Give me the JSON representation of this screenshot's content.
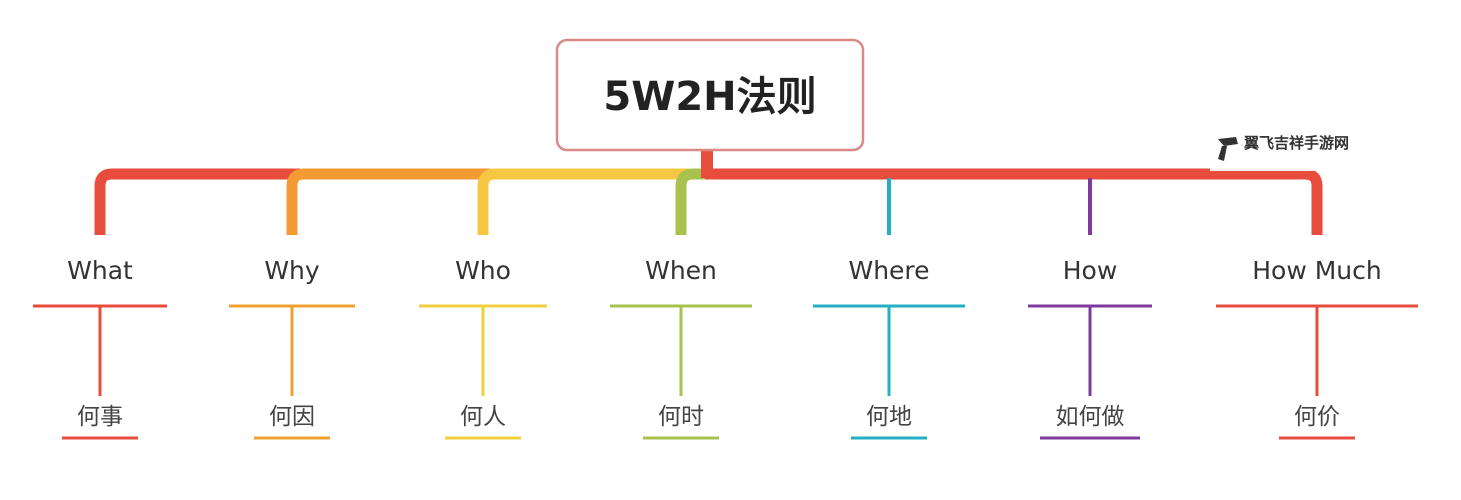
{
  "root": {
    "title": "5W2H法则",
    "border_color": "#d98a88"
  },
  "watermark": {
    "text": "翼飞吉祥手游网",
    "icon": "hammer-logo-icon"
  },
  "branches": [
    {
      "title": "What",
      "subtitle": "何事",
      "color": "#e74c3c"
    },
    {
      "title": "Why",
      "subtitle": "何因",
      "color": "#f0a030"
    },
    {
      "title": "Who",
      "subtitle": "何人",
      "color": "#f2cf3c"
    },
    {
      "title": "When",
      "subtitle": "何时",
      "color": "#a7c24d"
    },
    {
      "title": "Where",
      "subtitle": "何地",
      "color": "#24b0c4"
    },
    {
      "title": "How",
      "subtitle": "如何做",
      "color": "#7e3a9e"
    },
    {
      "title": "How Much",
      "subtitle": "何价",
      "color": "#e74c3c"
    }
  ],
  "connector_colors": {
    "what_why": "#e74c3c",
    "why_who": "#f39a33",
    "who_when": "#f6c842",
    "when_trunk": "#a7c24d",
    "right_trunk": "#e74c3c"
  }
}
